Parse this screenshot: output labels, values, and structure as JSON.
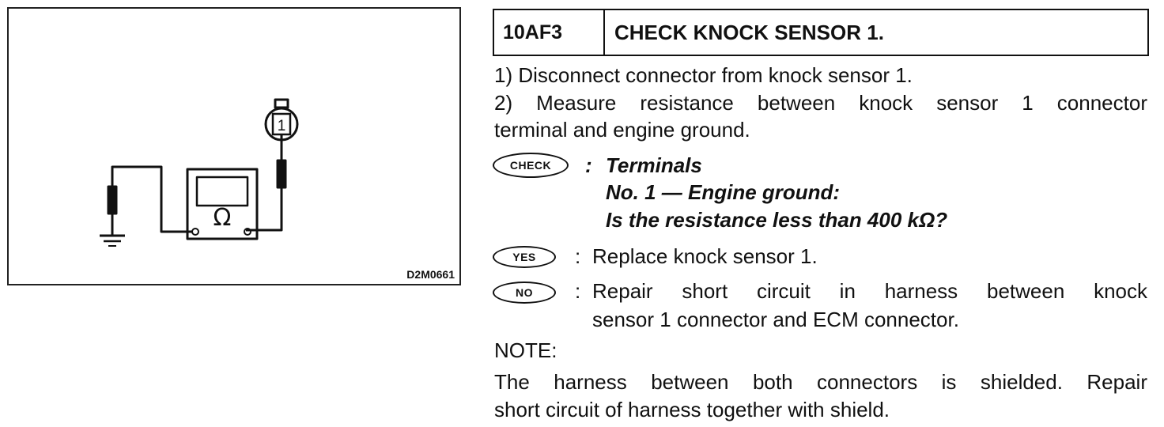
{
  "figure": {
    "code": "D2M0661",
    "connector_pin": "1",
    "meter_symbol": "Ω"
  },
  "step": {
    "code": "10AF3",
    "title": "CHECK KNOCK SENSOR 1."
  },
  "instructions": [
    "1) Disconnect connector from knock sensor 1.",
    "2) Measure resistance between knock sensor 1 connector",
    "terminal and engine ground."
  ],
  "check": {
    "badge": "CHECK",
    "colon": ":",
    "lines": [
      "Terminals",
      "No. 1 — Engine ground:",
      "Is the resistance less than 400 kΩ?"
    ]
  },
  "yes": {
    "badge": "YES",
    "colon": ":",
    "text": "Replace knock sensor 1."
  },
  "no": {
    "badge": "NO",
    "colon": ":",
    "text_line1": "Repair short circuit in harness between knock",
    "text_line2": "sensor 1 connector and ECM connector."
  },
  "note": {
    "label": "NOTE:",
    "line1": "The harness between both connectors is shielded. Repair",
    "line2": "short circuit of harness together with shield."
  }
}
